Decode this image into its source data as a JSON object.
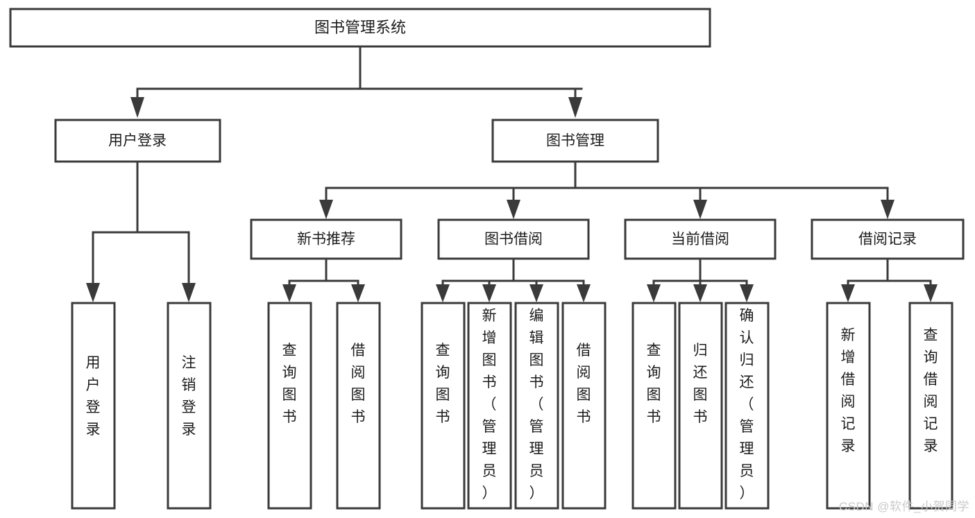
{
  "diagram": {
    "type": "tree",
    "title": "图书管理系统",
    "watermark": "CSDN @软件_小贺同学",
    "colors": {
      "background": "#ffffff",
      "stroke": "#3a3a3a",
      "text": "#1c1c1c",
      "watermark": "#c9c9c9"
    },
    "levels": {
      "root": {
        "label": "图书管理系统"
      },
      "level2": [
        {
          "label": "用户登录"
        },
        {
          "label": "图书管理"
        }
      ],
      "level3": [
        {
          "label": "新书推荐"
        },
        {
          "label": "图书借阅"
        },
        {
          "label": "当前借阅"
        },
        {
          "label": "借阅记录"
        }
      ]
    },
    "leaves": {
      "user_login": [
        {
          "label": "用户登录"
        },
        {
          "label": "注销登录"
        }
      ],
      "new_book_recommend": [
        {
          "label": "查询图书"
        },
        {
          "label": "借阅图书"
        }
      ],
      "book_borrow": [
        {
          "label": "查询图书"
        },
        {
          "label": "新增图书（管理员）"
        },
        {
          "label": "编辑图书（管理员）"
        },
        {
          "label": "借阅图书"
        }
      ],
      "current_borrow": [
        {
          "label": "查询图书"
        },
        {
          "label": "归还图书"
        },
        {
          "label": "确认归还（管理员）"
        }
      ],
      "borrow_records": [
        {
          "label": "新增借阅记录"
        },
        {
          "label": "查询借阅记录"
        }
      ]
    }
  }
}
